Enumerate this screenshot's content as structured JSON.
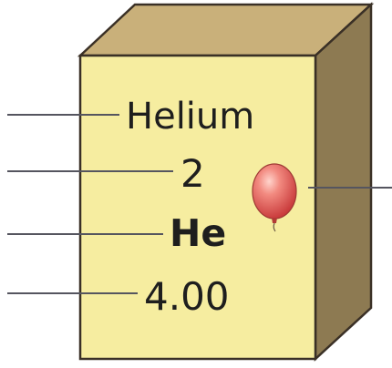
{
  "element": {
    "name": "Helium",
    "atomic_number": "2",
    "symbol": "He",
    "atomic_mass": "4.00"
  },
  "colors": {
    "front_face": "#f6eda0",
    "top_face": "#c9b07a",
    "side_face": "#8d7a52",
    "outline": "#3a3026",
    "leader_line": "#55555f",
    "balloon": "#e66a6a"
  },
  "icons": {
    "balloon": "balloon-icon"
  }
}
